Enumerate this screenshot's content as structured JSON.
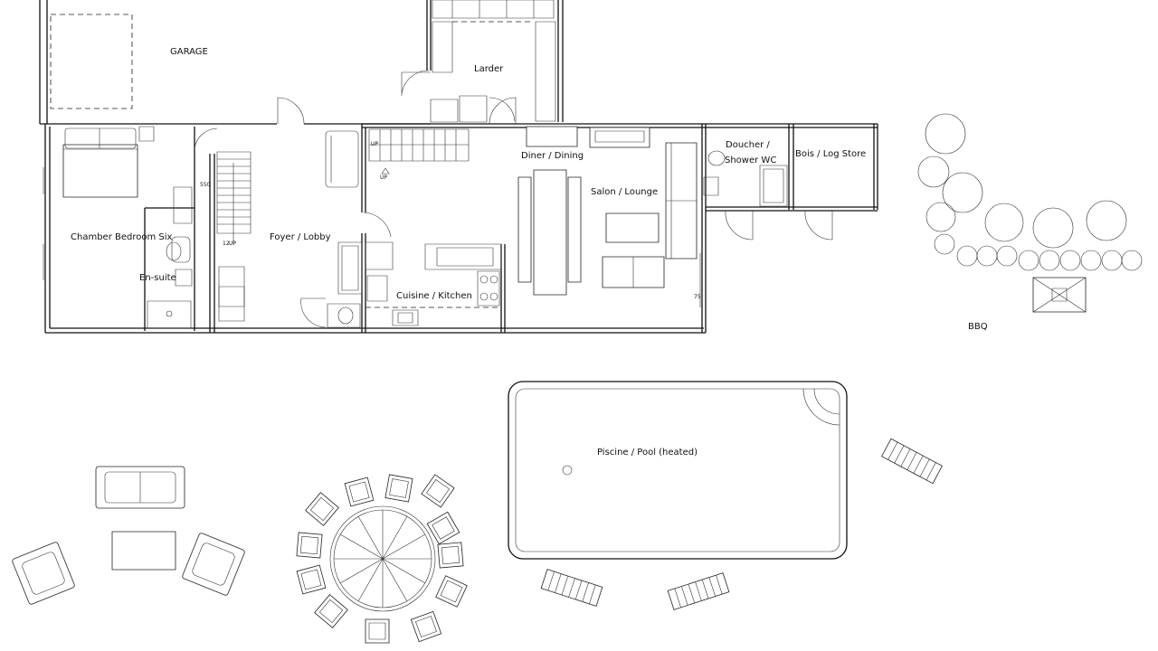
{
  "rooms": {
    "garage": "GARAGE",
    "larder": "Larder",
    "diner": "Diner / Dining",
    "salon": "Salon / Lounge",
    "doucher_1": "Doucher /",
    "doucher_2": "Shower WC",
    "bois": "Bois / Log Store",
    "bedroom": "Chamber Bedroom Six",
    "ensuite": "En-suite",
    "foyer": "Foyer / Lobby",
    "cuisine": "Cuisine / Kitchen",
    "bbq": "BBQ",
    "pool": "Piscine / Pool (heated)"
  },
  "marks": {
    "up": "UP",
    "dim_550": "550",
    "dim_75": "75",
    "dim_12": "12"
  }
}
